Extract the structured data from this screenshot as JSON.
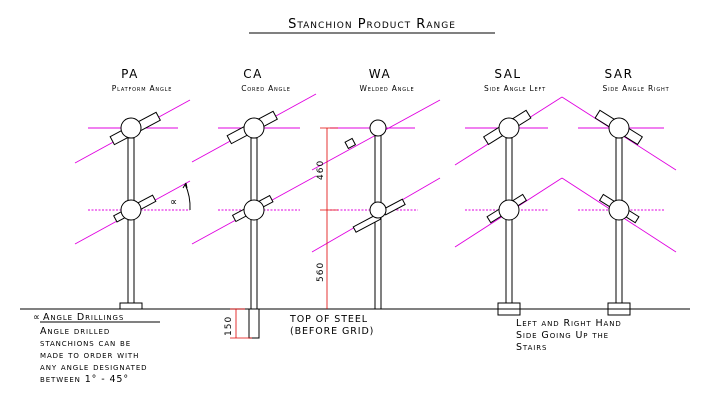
{
  "title": "Stanchion Product Range",
  "products": [
    {
      "code": "PA",
      "name": "Platform Angle"
    },
    {
      "code": "CA",
      "name": "Cored Angle"
    },
    {
      "code": "WA",
      "name": "Welded Angle"
    },
    {
      "code": "SAL",
      "name": "Side Angle Left"
    },
    {
      "code": "SAR",
      "name": "Side Angle Right"
    }
  ],
  "angle_symbol": "∝",
  "angle_drillings": {
    "heading": "Angle Drillings",
    "lines": [
      "Angle drilled",
      "stanchions can be",
      "made to order with",
      "any angle designated",
      "between 1° - 45°"
    ]
  },
  "dimensions": {
    "upper": "460",
    "lower": "560",
    "base": "150"
  },
  "top_of_steel": [
    "TOP OF STEEL",
    "(BEFORE GRID)"
  ],
  "stairs_note": [
    "Left and Right Hand",
    "Side Going Up the",
    "Stairs"
  ]
}
